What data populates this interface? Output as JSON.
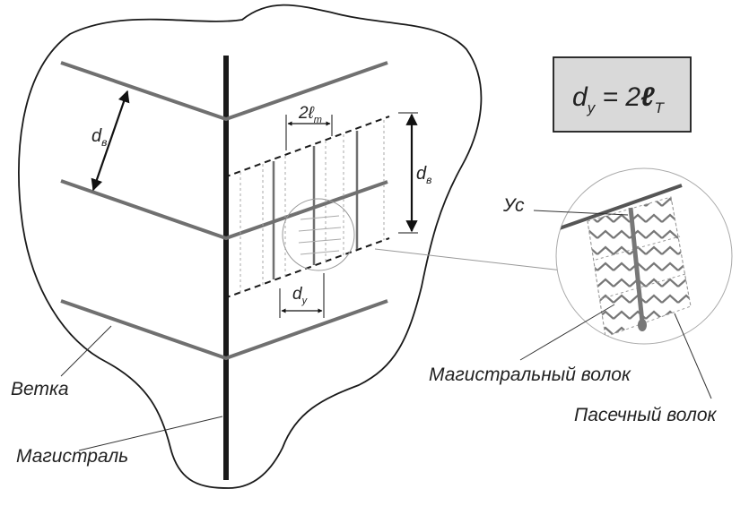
{
  "formula": {
    "lhs": "d",
    "lhs_sub": "у",
    "eq": " = 2",
    "ell": "ℓ",
    "rhs_sub": "Т"
  },
  "dims": {
    "branch_spacing": {
      "main": "d",
      "sub": "в"
    },
    "branch_spacing_right": {
      "main": "d",
      "sub": "в"
    },
    "twice_l": {
      "main": "2ℓ",
      "sub": "т"
    },
    "strip_width": {
      "main": "d",
      "sub": "у"
    }
  },
  "labels": {
    "branch": "Ветка",
    "trunk": "Магистраль",
    "uc": "Ус",
    "main_skid": "Магистральный волок",
    "strip_skid": "Пасечный волок"
  },
  "colors": {
    "outline": "#1a1a1a",
    "branch": "#707070",
    "trunk": "#1a1a1a",
    "formula_box": "#d9d9d9"
  }
}
